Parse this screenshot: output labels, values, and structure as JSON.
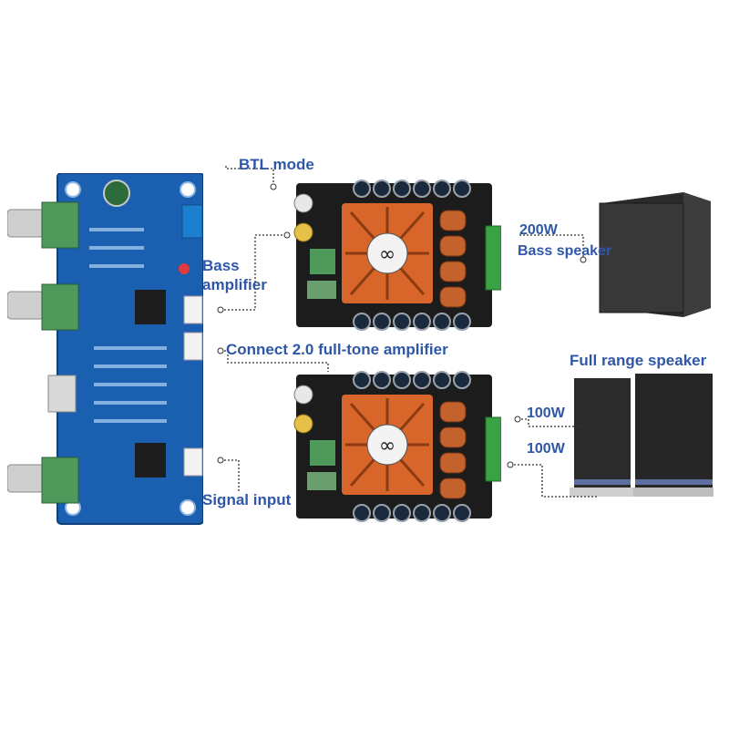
{
  "labels": {
    "btl_mode": "BTL mode",
    "bass_amplifier_line1": "Bass",
    "bass_amplifier_line2": "amplifier",
    "connect_full_tone": "Connect 2.0 full-tone amplifier",
    "signal_input": "Signal input",
    "bass_watt": "200W",
    "bass_speaker": "Bass speaker",
    "full_range_speaker": "Full range speaker",
    "full_watt_left": "100W",
    "full_watt_right": "100W"
  },
  "colors": {
    "label_blue": "#2f57a8",
    "pcb_blue": "#1a5fb0",
    "amp_black": "#1c1c1c",
    "heatsink_copper": "#d8652a",
    "inductor_copper": "#c4622d",
    "terminal_green": "#3aa245",
    "speaker_black": "#2b2b2b",
    "dotted_line": "#333333"
  },
  "icons": {
    "preamp": "tone-preamp-board",
    "amp": "amplifier-board",
    "bass_speaker": "subwoofer-speaker-icon",
    "full_speakers": "bookshelf-speaker-icon"
  }
}
